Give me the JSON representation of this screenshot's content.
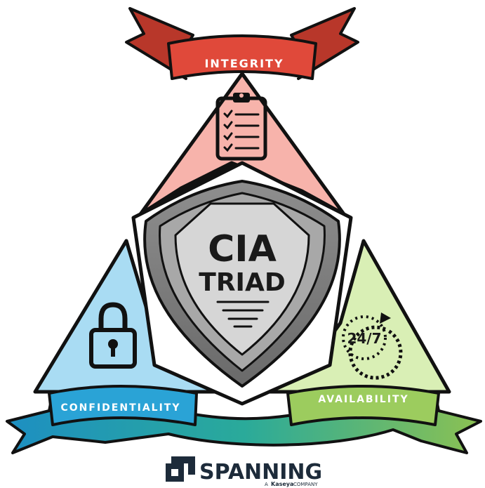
{
  "diagram": {
    "center": {
      "line1": "CIA",
      "line2": "TRIAD"
    },
    "top": {
      "label": "INTEGRITY",
      "icon": "clipboard-checklist-icon",
      "fill": "#f7b3ab",
      "ribbon": "#e0493a"
    },
    "left": {
      "label": "CONFIDENTIALITY",
      "icon": "padlock-icon",
      "fill": "#a9dcf3",
      "ribbon": "#1f8fc0"
    },
    "right": {
      "label": "AVAILABILITY",
      "icon": "clock-24-7-icon",
      "clock_text": "24/7",
      "fill": "#d9efb5",
      "ribbon": "#8cc152"
    }
  },
  "logo": {
    "name": "SPANNING",
    "sub_prefix": "A",
    "sub_brand": "Kaseya",
    "sub_suffix": "COMPANY",
    "icon": "spanning-logo-icon"
  }
}
